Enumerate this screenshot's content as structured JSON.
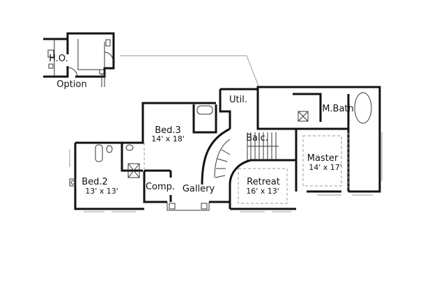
{
  "inset": {
    "room": "H.O.",
    "caption": "Option"
  },
  "rooms": {
    "bed3": {
      "name": "Bed.3",
      "size": "14' x 18'"
    },
    "bed2": {
      "name": "Bed.2",
      "size": "13' x 13'"
    },
    "comp": {
      "name": "Comp."
    },
    "gallery": {
      "name": "Gallery"
    },
    "retreat": {
      "name": "Retreat",
      "size": "16' x 13'"
    },
    "balc": {
      "name": "Balc."
    },
    "master": {
      "name": "Master",
      "size": "14' x 17'"
    },
    "mbath": {
      "name": "M.Bath"
    },
    "util": {
      "name": "Util."
    }
  }
}
